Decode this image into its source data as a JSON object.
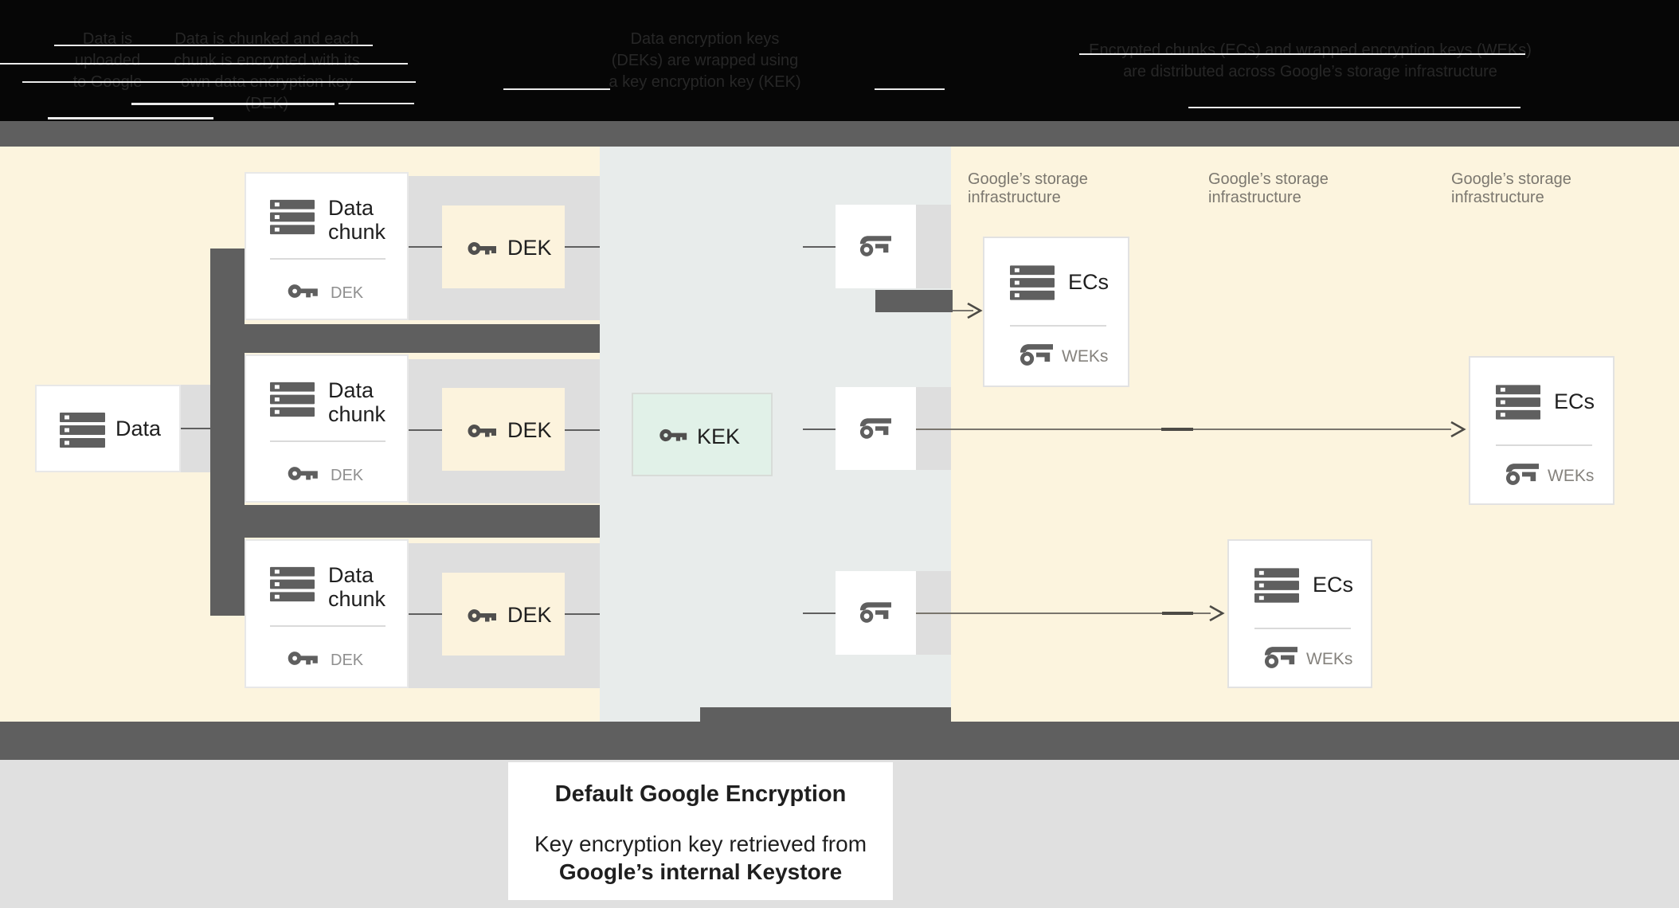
{
  "header": {
    "steps": [
      {
        "l1": "Data is",
        "l2": "uploaded",
        "l3": "to Google"
      },
      {
        "l1": "Data is chunked and each",
        "l2": "chunk is encrypted with its",
        "l3": "own data encryption key (DEK)"
      },
      {
        "l1": "Data encryption keys",
        "l2": "(DEKs) are wrapped using",
        "l3": "a key encryption key (KEK)"
      },
      {
        "l1": "Encrypted chunks (ECs) and wrapped encryption keys (WEKs)",
        "l2": "are distributed across Google’s storage infrastructure"
      }
    ]
  },
  "diagram": {
    "data_card": {
      "label": "Data"
    },
    "chunks": [
      {
        "line1": "Data",
        "line2": "chunk",
        "key": "DEK"
      },
      {
        "line1": "Data",
        "line2": "chunk",
        "key": "DEK"
      },
      {
        "line1": "Data",
        "line2": "chunk",
        "key": "DEK"
      }
    ],
    "deks": [
      {
        "label": "DEK"
      },
      {
        "label": "DEK"
      },
      {
        "label": "DEK"
      }
    ],
    "kek": {
      "label": "KEK"
    },
    "storage_labels": [
      {
        "line1": "Google’s storage",
        "line2": "infrastructure"
      },
      {
        "line1": "Google’s storage",
        "line2": "infrastructure"
      },
      {
        "line1": "Google’s storage",
        "line2": "infrastructure"
      }
    ],
    "ecs": [
      {
        "title": "ECs",
        "key": "WEKs"
      },
      {
        "title": "ECs",
        "key": "WEKs"
      },
      {
        "title": "ECs",
        "key": "WEKs"
      }
    ]
  },
  "caption": {
    "title": "Default Google Encryption",
    "line1": "Key encryption key retrieved from",
    "line2": "Google’s internal Keystore"
  },
  "colors": {
    "cream_background": "#fcf4de",
    "kek_zone": "#e8eceb",
    "dark_gray": "#5f5f5f",
    "light_gray_band": "#dedede",
    "footer_gray": "#e0e0e0",
    "kek_box_green": "#e1f1e8",
    "dek_box_cream": "#fcf3dd",
    "text_dark": "#1f1f1f",
    "text_muted": "#8f8f8f"
  }
}
